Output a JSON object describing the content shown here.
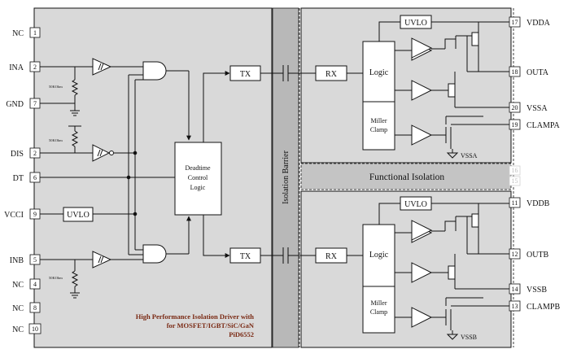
{
  "left_pins": [
    {
      "num": "1",
      "name": "NC"
    },
    {
      "num": "2",
      "name": "INA"
    },
    {
      "num": "7",
      "name": "GND"
    },
    {
      "num": "2",
      "name": "DIS"
    },
    {
      "num": "6",
      "name": "DT"
    },
    {
      "num": "9",
      "name": "VCCI"
    },
    {
      "num": "5",
      "name": "INB"
    },
    {
      "num": "4",
      "name": "NC"
    },
    {
      "num": "8",
      "name": "NC"
    },
    {
      "num": "10",
      "name": "NC"
    }
  ],
  "right_pins": [
    {
      "num": "17",
      "name": "VDDA"
    },
    {
      "num": "18",
      "name": "OUTA"
    },
    {
      "num": "20",
      "name": "VSSA"
    },
    {
      "num": "19",
      "name": "CLAMPA"
    },
    {
      "num": "11",
      "name": "VDDB"
    },
    {
      "num": "12",
      "name": "OUTB"
    },
    {
      "num": "14",
      "name": "VSSB"
    },
    {
      "num": "13",
      "name": "CLAMPB"
    }
  ],
  "ghost_pins": [
    "16",
    "15"
  ],
  "blocks": {
    "deadtime": [
      "Deadtime",
      "Control",
      "Logic"
    ],
    "uvlo": "UVLO",
    "tx": "TX",
    "rx": "RX",
    "logic": "Logic",
    "miller": [
      "Miller",
      "Clamp"
    ],
    "isolation_barrier": "Isolation Barrier",
    "functional_isolation": "Functional Isolation",
    "resistor": "50KOhm",
    "vssa_ground": "VSSA",
    "vssb_ground": "VSSB"
  },
  "caption": [
    "High Performance Isolation Driver with",
    "for MOSFET/IGBT/SiC/GaN",
    "PiD6552"
  ],
  "colors": {
    "panel": "#d9d9d9",
    "barrier": "#b8b8b8",
    "caption": "#7a2a14"
  }
}
